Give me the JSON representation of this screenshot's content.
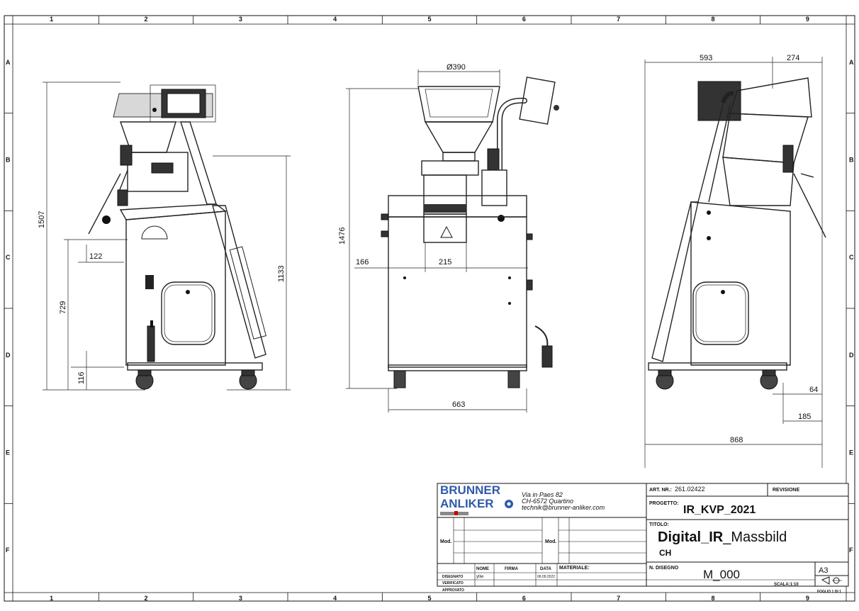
{
  "zones": {
    "columns": [
      "1",
      "2",
      "3",
      "4",
      "5",
      "6",
      "7",
      "8",
      "9"
    ],
    "rows": [
      "A",
      "B",
      "C",
      "D",
      "E",
      "F"
    ]
  },
  "dimensions": {
    "left_view": {
      "total_height": "1507",
      "body_height": "1133",
      "base_height": "729",
      "wheel_height": "116",
      "offset": "122"
    },
    "front_view": {
      "diameter": "Ø390",
      "total_height": "1476",
      "side": "166",
      "opening": "215",
      "width": "663"
    },
    "right_view": {
      "top_left": "593",
      "top_right": "274",
      "bottom_small": "64",
      "bottom_mid": "185",
      "total_width": "868"
    }
  },
  "title_block": {
    "company_line1": "BRUNNER",
    "company_line2": "ANLIKER",
    "address_line1": "Via in Paes 82",
    "address_line2": "CH-6572 Quartino",
    "address_line3": "technik@brunner-anliker.com",
    "mod_label_left": "Mod.",
    "mod_label_right": "Mod.",
    "col_nome": "NOME",
    "col_firma": "FIRMA",
    "col_data": "DATA",
    "row_disegnato": "DISEGNATO",
    "row_verificato": "VERIFICATO",
    "row_approvato": "APPROVATO",
    "disegnato_nome": "ytiw",
    "disegnato_data": "06.09.2022",
    "materiale_label": "MATERIALE:",
    "art_nr_label": "ART. NR.:",
    "art_nr_value": "261.02422",
    "revisione_label": "REVISIONE",
    "progetto_label": "PROGETTO:",
    "progetto_value": "IR_KVP_2021",
    "titolo_label": "TITOLO:",
    "titolo_bold": "Digital_IR",
    "titolo_rest": "_Massbild",
    "titolo_sub": "CH",
    "n_disegno_label": "N. DISEGNO",
    "n_disegno_value": "M_000",
    "format": "A3",
    "scala": "SCALA:1:10",
    "foglio": "FOGLIO 1 DI 1"
  }
}
